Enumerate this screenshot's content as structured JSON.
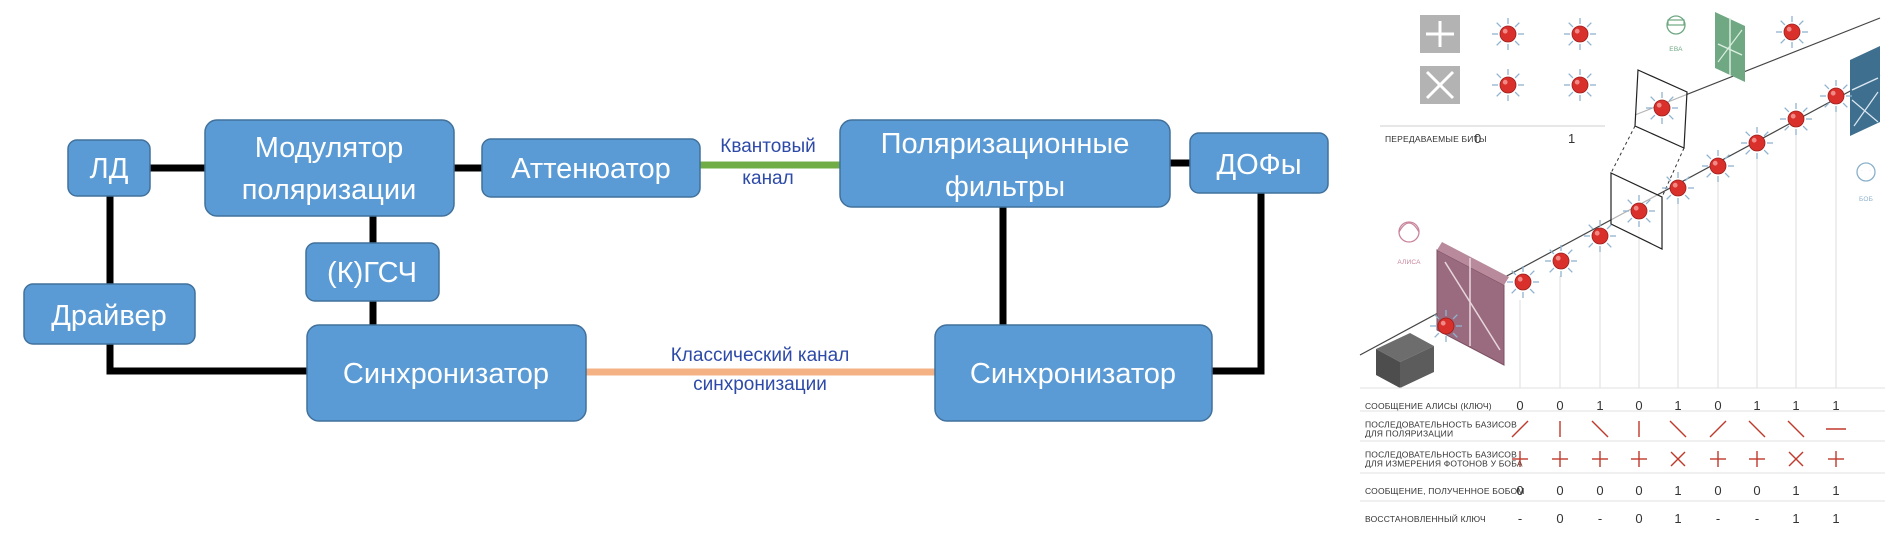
{
  "diagram": {
    "blocks": {
      "ld": "ЛД",
      "modulator": [
        "Модулятор",
        "поляризации"
      ],
      "attenuator": "Аттенюатор",
      "pol_filters": [
        "Поляризационные",
        "фильтры"
      ],
      "dofy": "ДОФы",
      "driver": "Драйвер",
      "rng": "(К)ГСЧ",
      "sync_left": "Синхронизатор",
      "sync_right": "Синхронизатор"
    },
    "channels": {
      "quantum": [
        "Квантовый",
        "канал"
      ],
      "classical": [
        "Классический канал",
        "синхронизации"
      ]
    },
    "colors": {
      "block_fill": "#5b9bd5",
      "quantum_channel": "#70ad47",
      "classical_channel": "#f4b183"
    }
  },
  "bb84": {
    "legend": {
      "bits_label": "ПЕРЕДАВАЕМЫЕ БИТЫ",
      "bit0": "0",
      "bit1": "1"
    },
    "actors": {
      "alice": "АЛИСА",
      "eve": "ЕВА",
      "bob": "БОБ"
    },
    "rows": [
      {
        "label": [
          "СООБЩЕНИЕ АЛИСЫ (КЛЮЧ)"
        ],
        "values": [
          "0",
          "0",
          "1",
          "0",
          "1",
          "0",
          "1",
          "1",
          "1"
        ]
      },
      {
        "label": [
          "ПОСЛЕДОВАТЕЛЬНОСТЬ БАЗИСОВ",
          "ДЛЯ ПОЛЯРИЗАЦИИ"
        ],
        "symbols": [
          "diag-up",
          "vertical",
          "diag-down",
          "vertical",
          "diag-down",
          "diag-up",
          "diag-down",
          "diag-down",
          "horizontal"
        ]
      },
      {
        "label": [
          "ПОСЛЕДОВАТЕЛЬНОСТЬ БАЗИСОВ",
          "ДЛЯ ИЗМЕРЕНИЯ ФОТОНОВ У БОБА"
        ],
        "symbols": [
          "plus",
          "plus",
          "plus",
          "plus",
          "cross",
          "plus",
          "plus",
          "cross",
          "plus"
        ]
      },
      {
        "label": [
          "СООБЩЕНИЕ, ПОЛУЧЕННОЕ БОБОМ"
        ],
        "values": [
          "0",
          "0",
          "0",
          "0",
          "1",
          "0",
          "0",
          "1",
          "1"
        ]
      },
      {
        "label": [
          "ВОССТАНОВЛЕННЫЙ КЛЮЧ"
        ],
        "values": [
          "-",
          "0",
          "-",
          "0",
          "1",
          "-",
          "-",
          "1",
          "1"
        ]
      }
    ],
    "colors": {
      "photon": "#d9302c",
      "alice_filter": "#9a6b7e",
      "eve_filter": "#6fa883",
      "bob_filter": "#3f6f8f"
    }
  }
}
